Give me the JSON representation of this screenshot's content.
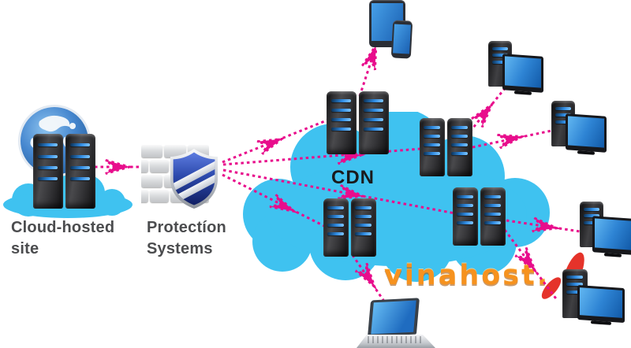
{
  "colors": {
    "arrow_magenta": "#E80D8C",
    "cloud_blue": "#3FC2F0",
    "brand_orange": "#F6921E",
    "brand_red": "#E5332A",
    "label_gray": "#4B4C4E",
    "screen_blue": "#2E84D4"
  },
  "labels": {
    "origin_line1": "Cloud-hosted",
    "origin_line2": "site",
    "protection_line1": "Protectíon",
    "protection_line2": "Systems",
    "cdn": "CDN",
    "brand": "vinahost."
  },
  "nodes": [
    {
      "id": "cloud-hosted-site",
      "label": "Cloud-hosted site"
    },
    {
      "id": "protection-systems",
      "label": "Protectíon Systems"
    },
    {
      "id": "cdn-cloud",
      "label": "CDN"
    },
    {
      "id": "cdn-edge-north"
    },
    {
      "id": "cdn-edge-south"
    },
    {
      "id": "cdn-edge-east-upper"
    },
    {
      "id": "cdn-edge-east-lower"
    },
    {
      "id": "tablet-and-phone"
    },
    {
      "id": "desktop-1"
    },
    {
      "id": "desktop-2"
    },
    {
      "id": "desktop-3"
    },
    {
      "id": "desktop-4"
    },
    {
      "id": "laptop"
    }
  ],
  "edges": [
    {
      "from": "cloud-hosted-site",
      "to": "protection-systems"
    },
    {
      "from": "protection-systems",
      "to": "cdn-edge-north"
    },
    {
      "from": "protection-systems",
      "to": "cdn-edge-east-upper"
    },
    {
      "from": "protection-systems",
      "to": "cdn-edge-east-lower"
    },
    {
      "from": "protection-systems",
      "to": "cdn-edge-south"
    },
    {
      "from": "cdn-edge-north",
      "to": "tablet-and-phone"
    },
    {
      "from": "cdn-edge-east-upper",
      "to": "desktop-1"
    },
    {
      "from": "cdn-edge-east-upper",
      "to": "desktop-2"
    },
    {
      "from": "cdn-edge-east-lower",
      "to": "desktop-3"
    },
    {
      "from": "cdn-edge-east-lower",
      "to": "desktop-4"
    },
    {
      "from": "cdn-edge-south",
      "to": "laptop"
    }
  ]
}
